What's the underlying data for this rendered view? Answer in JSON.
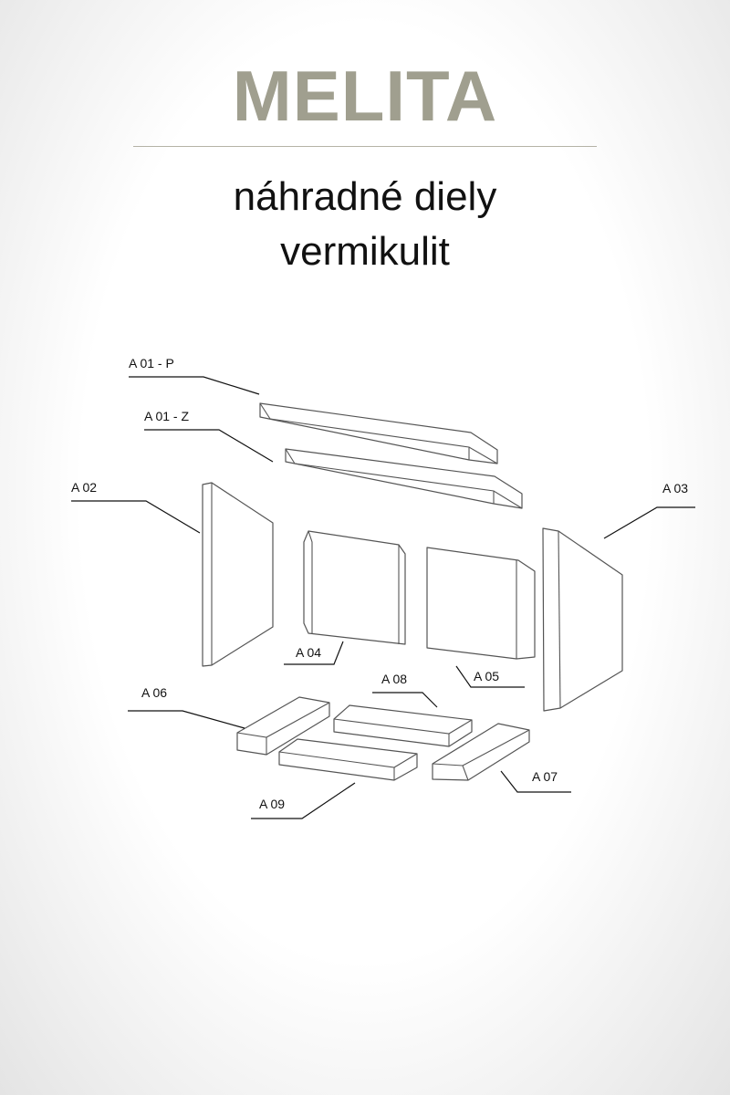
{
  "brand": "MELITA",
  "subtitle_line1": "náhradné diely",
  "subtitle_line2": "vermikulit",
  "parts": {
    "a01p": "A 01 - P",
    "a01z": "A 01 - Z",
    "a02": "A 02",
    "a03": "A 03",
    "a04": "A 04",
    "a05": "A 05",
    "a06": "A 06",
    "a07": "A 07",
    "a08": "A 08",
    "a09": "A 09"
  }
}
